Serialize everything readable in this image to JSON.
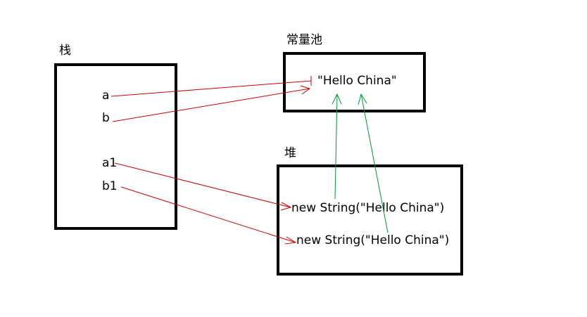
{
  "regions": {
    "stack": {
      "title": "栈",
      "variables": [
        "a",
        "b",
        "a1",
        "b1"
      ]
    },
    "constant_pool": {
      "title": "常量池",
      "content": "\"Hello China\""
    },
    "heap": {
      "title": "堆",
      "objects": [
        "new String(\"Hello China\")",
        "new String(\"Hello China\")"
      ]
    }
  },
  "colors": {
    "stack_reference_arrow": "#cc0000",
    "heap_to_pool_arrow": "#009933",
    "box_border": "#000000",
    "text": "#000000"
  }
}
